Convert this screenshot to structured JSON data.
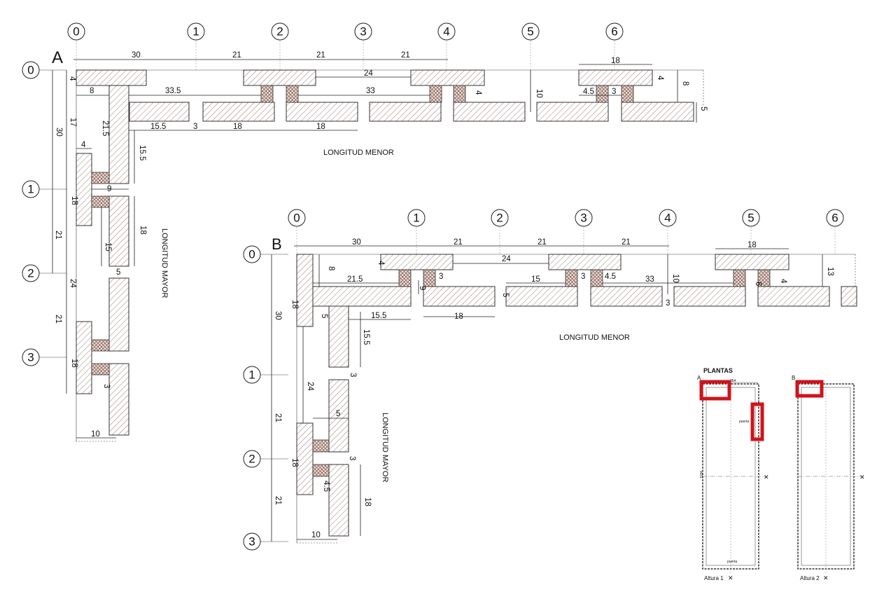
{
  "plan_a": {
    "letter": "A",
    "axis_labels_top": [
      "0",
      "1",
      "2",
      "3",
      "4",
      "5",
      "6"
    ],
    "axis_labels_left": [
      "0",
      "1",
      "2",
      "3"
    ],
    "title_short": "LONGITUD MENOR",
    "title_long": "LONGITUD MAYOR",
    "dims": {
      "d30": "30",
      "d21a": "21",
      "d21b": "21",
      "d21c": "21",
      "d18top": "18",
      "d24": "24",
      "d33_5": "33.5",
      "d33": "33",
      "d8": "8",
      "d4": "4",
      "d4r": "4",
      "d10": "10",
      "d8r": "8",
      "d5r": "5",
      "d4_5": "4.5",
      "d3r": "3",
      "d15_5": "15.5",
      "d3": "3",
      "d18a": "18",
      "d18b": "18",
      "d17": "17",
      "d21_5": "21.5",
      "d15_5v": "15.5",
      "d4v": "4",
      "d9": "9",
      "d18l": "18",
      "d15": "15",
      "d18m": "18",
      "d5": "5",
      "d18n": "18",
      "d3b": "3",
      "d10b": "10",
      "dv30": "30",
      "dv21": "21",
      "dv24": "24",
      "dv21b": "21"
    }
  },
  "plan_b": {
    "letter": "B",
    "axis_labels_top": [
      "0",
      "1",
      "2",
      "3",
      "4",
      "5",
      "6"
    ],
    "axis_labels_left": [
      "0",
      "1",
      "2",
      "3"
    ],
    "title_short": "LONGITUD MENOR",
    "title_long": "LONGITUD MAYOR",
    "dims": {
      "d30": "30",
      "d21a": "21",
      "d21b": "21",
      "d21c": "21",
      "d18top": "18",
      "d4": "4",
      "d24": "24",
      "d8": "8",
      "d21_5": "21.5",
      "d3": "3",
      "d9": "9",
      "d15": "15",
      "d3b": "3",
      "d4_5": "4.5",
      "d33": "33",
      "d10": "10",
      "d6": "6",
      "d4r": "4",
      "d13": "13",
      "d5": "5",
      "d3c": "3",
      "d18": "18",
      "d15_5": "15.5",
      "d18v": "18",
      "d5v": "5",
      "d15_5v": "15.5",
      "d3v": "3",
      "d5m": "5",
      "d18l": "18",
      "d3m": "3",
      "d4_5v": "4.5",
      "d18r": "18",
      "d10b": "10",
      "dv30": "30",
      "dv24": "24",
      "dv21": "21",
      "dv21b": "21"
    }
  },
  "key_plan": {
    "title": "PLANTAS",
    "letter_a": "A",
    "letter_b": "B",
    "dim_top": "354",
    "dim_side": "1184",
    "door_label_top": "puerta",
    "door_label_bottom": "puerta",
    "height_1": "Altura 1",
    "height_2": "Altura 2",
    "highlight_color": "#d0131a"
  }
}
